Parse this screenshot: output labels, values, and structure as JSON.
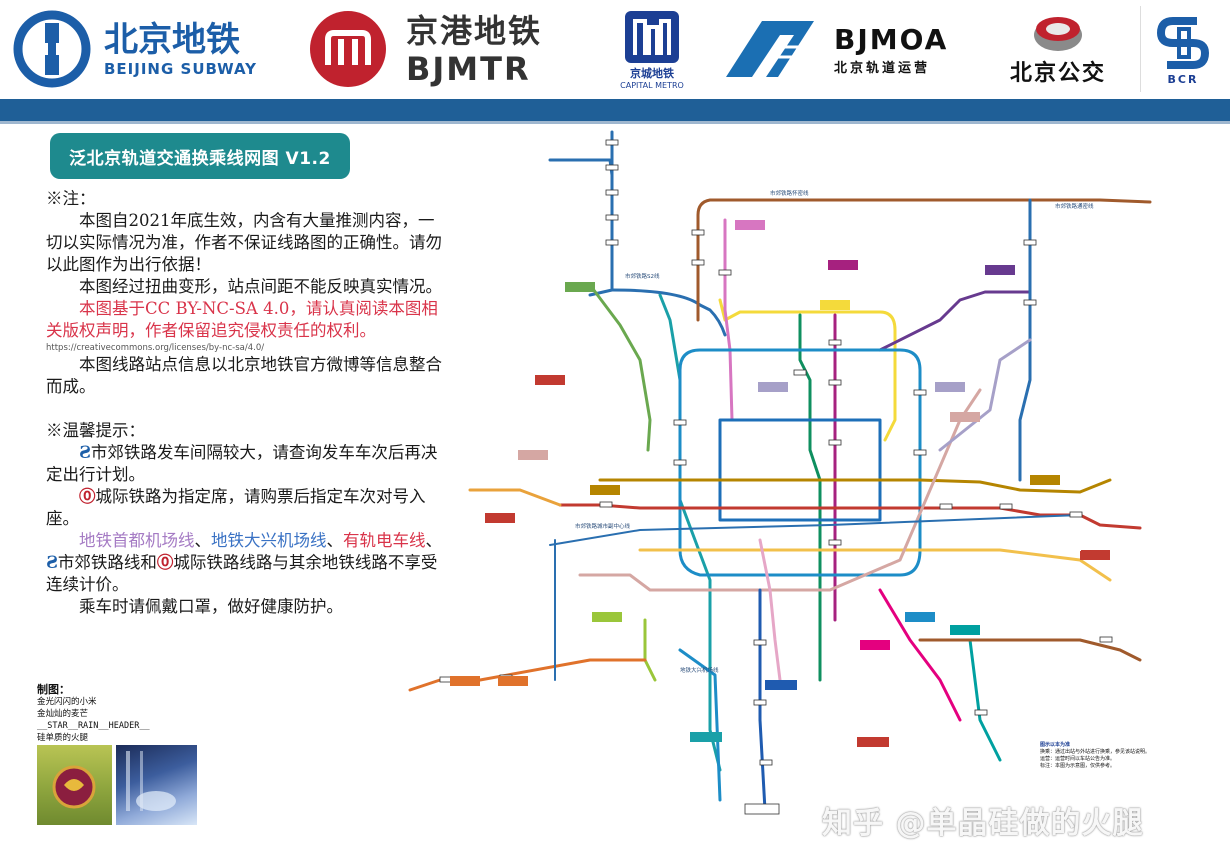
{
  "header": {
    "logos": [
      {
        "id": "beijing-subway",
        "cn": "北京地铁",
        "en": "BEIJING SUBWAY",
        "color": "#1c5ea8"
      },
      {
        "id": "bjmtr",
        "cn": "京港地铁",
        "en": "BJMTR",
        "color": "#c0222e"
      },
      {
        "id": "capital-metro",
        "cn": "京城地铁",
        "en": "CAPITAL METRO",
        "color": "#1c3f94"
      },
      {
        "id": "bjmoa",
        "cn": "北京轨道运营",
        "en": "BJMOA",
        "color": "#111111"
      },
      {
        "id": "beijing-bus",
        "cn": "北京公交",
        "color": "#c0222e"
      },
      {
        "id": "bcr",
        "en": "BCR",
        "color": "#1c5ea8"
      }
    ]
  },
  "title": "泛北京轨道交通换乘线网图 V1.2",
  "notes": {
    "heading": "※注：",
    "p1": "本图自2021年底生效，内含有大量推测内容，一切以实际情况为准，作者不保证线路图的正确性。请勿以此图作为出行依据！",
    "p2": "本图经过扭曲变形，站点间距不能反映真实情况。",
    "p3": "本图基于CC BY-NC-SA 4.0，请认真阅读本图相关版权声明，作者保留追究侵权责任的权利。",
    "url": "https://creativecommons.org/licenses/by-nc-sa/4.0/",
    "p4": "本图线路站点信息以北京地铁官方微博等信息整合而成。",
    "tips_heading": "※温馨提示：",
    "t1": "市郊铁路发车间隔较大，请查询发车车次后再决定出行计划。",
    "t2": "城际铁路为指定席，请购票后指定车次对号入座。",
    "t3a": "地铁首都机场线",
    "t3sep1": "、",
    "t3b": "地铁大兴机场线",
    "t3sep2": "、",
    "t3c": "有轨电车线",
    "t3d": "、",
    "t3e": "市郊铁路线和",
    "t3f": "城际铁路线路与其余地铁线路不享受连续计价。",
    "t4": "乘车时请佩戴口罩，做好健康防护。"
  },
  "credits": {
    "heading": "制图：",
    "names": [
      "金光闪闪的小米",
      "金灿灿的麦芒",
      "__STAR__RAIN__HEADER__",
      "硅单质的火腿"
    ]
  },
  "watermark": "知乎 @单晶硅做的火腿",
  "map_labels": {
    "s_line": "市郊铁路怀密线",
    "s2_line": "市郊铁路S2线",
    "sub_center": "市郊铁路城市副中心线",
    "tongmi": "市郊铁路通密线",
    "daxing_airport": "地铁大兴机场线",
    "legend_title": "图示以本为准",
    "legend_lines": [
      "换乘：通过出站与外站进行换乘，参见该站说明。",
      "运营：运营时间以车站公告为准。",
      "标注：本图为示意图，仅供参考。"
    ]
  },
  "colors": {
    "band": "#1f5f97",
    "title_bg": "#1e8a8e",
    "red_text": "#d9344a",
    "purple_text": "#a57bc4",
    "blue_text": "#3a72c4",
    "line1": "#c23a30",
    "line2": "#1d6fb8",
    "line4": "#1aa0a8",
    "line5": "#a6217f",
    "line6": "#b58500",
    "line7": "#f2c04c",
    "line8": "#0f8f5f",
    "line9": "#9ac63a",
    "line10": "#1d8dc7",
    "line13": "#f4da3b",
    "line14": "#d5a7a3",
    "line15": "#673a8f",
    "line16": "#6aa84f",
    "batong": "#c23a30",
    "changping": "#d776c1",
    "fangshan": "#e0722b",
    "yizhuang": "#e4007f",
    "airport": "#a6a0c8",
    "daxing": "#1f5bb0",
    "suburban": "#2a6fb0",
    "s1": "#a05a2c",
    "line11": "#e9a23b",
    "line17": "#00a0a0",
    "line19": "#e6a7c7"
  }
}
